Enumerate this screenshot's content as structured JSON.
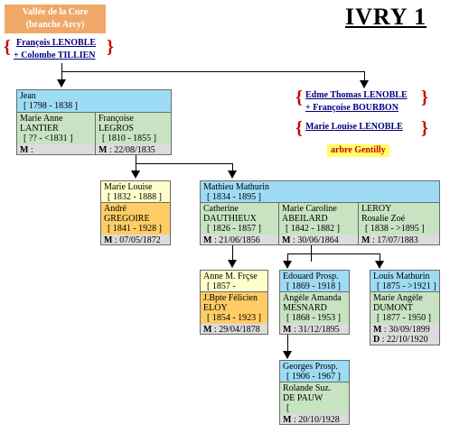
{
  "header": {
    "branch_line1": "Vallée de la Cure",
    "branch_line2": "(branche Arcy)",
    "title": "IVRY 1"
  },
  "parents_left": {
    "father": "François LENOBLE",
    "mother": "+ Colombe TILLIEN"
  },
  "parents_right": {
    "father": "Edme Thomas LENOBLE",
    "mother": "+ Françoise BOURBON",
    "child": "Marie Louise LENOBLE",
    "tree_link": "arbre Gentilly"
  },
  "jean": {
    "name": "Jean",
    "dates": "[ 1798 - 1838 ]",
    "spouse1_name1": "Marie Anne",
    "spouse1_name2": "LANTIER",
    "spouse1_dates": "[ ?? - <1831 ]",
    "spouse1_marriage_label": "M",
    "spouse1_marriage": ":",
    "spouse2_name1": "Françoise",
    "spouse2_name2": "LEGROS",
    "spouse2_dates": "[ 1810 - 1855 ]",
    "spouse2_marriage_label": "M",
    "spouse2_marriage": ": 22/08/1835"
  },
  "marie_louise": {
    "name": "Marie Louise",
    "dates": "[ 1832 - 1888 ]",
    "spouse_name1": "André",
    "spouse_name2": "GREGOIRE",
    "spouse_dates": "[ 1841 - 1928 ]",
    "marriage_label": "M",
    "marriage": ": 07/05/1872"
  },
  "mathieu": {
    "name": "Mathieu Mathurin",
    "dates": "[ 1834 - 1895 ]",
    "s1_name1": "Catherine",
    "s1_name2": "DAUTHIEUX",
    "s1_dates": "[ 1826 - 1857 ]",
    "s1_m_label": "M",
    "s1_m": ": 21/06/1856",
    "s2_name1": "Marie Caroline",
    "s2_name2": "ABEILARD",
    "s2_dates": "[ 1842 - 1882 ]",
    "s2_m_label": "M",
    "s2_m": ": 30/06/1864",
    "s3_name1": "LEROY",
    "s3_name2": "Rosalie Zoé",
    "s3_dates": "[ 1838 - >1895 ]",
    "s3_m_label": "M",
    "s3_m": ": 17/07/1883"
  },
  "anne": {
    "name": "Anne M. Frçse",
    "dates": "[ 1857 -",
    "spouse_name1": "J.Bpte Félicien",
    "spouse_name2": "ELOY",
    "spouse_dates": "[ 1854 - 1923 ]",
    "marriage_label": "M",
    "marriage": ": 29/04/1878"
  },
  "edouard": {
    "name": "Edouard Prosp.",
    "dates": "[ 1869 - 1918 ]",
    "spouse_name1": "Angèle Amanda",
    "spouse_name2": "MESNARD",
    "spouse_dates": "[ 1868 - 1953 ]",
    "marriage_label": "M",
    "marriage": ": 31/12/1895"
  },
  "louis": {
    "name": "Louis Mathurin",
    "dates": "[ 1875 - >1921 ]",
    "spouse_name1": "Marie Angèle",
    "spouse_name2": "DUMONT",
    "spouse_dates": "[ 1877 - 1950 ]",
    "marriage_label": "M",
    "marriage": ": 30/09/1899",
    "death_label": "D",
    "death": ": 22/10/1920"
  },
  "georges": {
    "name": "Georges Prosp.",
    "dates": "[ 1906 - 1967 ]",
    "spouse_name1": "Rolande Suz.",
    "spouse_name2": "DE PAUW",
    "spouse_dates": "[",
    "marriage_label": "M",
    "marriage": ": 20/10/1928"
  },
  "colors": {
    "branch_box": "#f0a868",
    "person_blue": "#9edcf6",
    "spouse_green": "#c7e3c2",
    "person_yellow": "#ffffcc",
    "spouse_orange": "#ffcc66",
    "link_blue": "#000080",
    "brace_red": "#cc0000"
  }
}
